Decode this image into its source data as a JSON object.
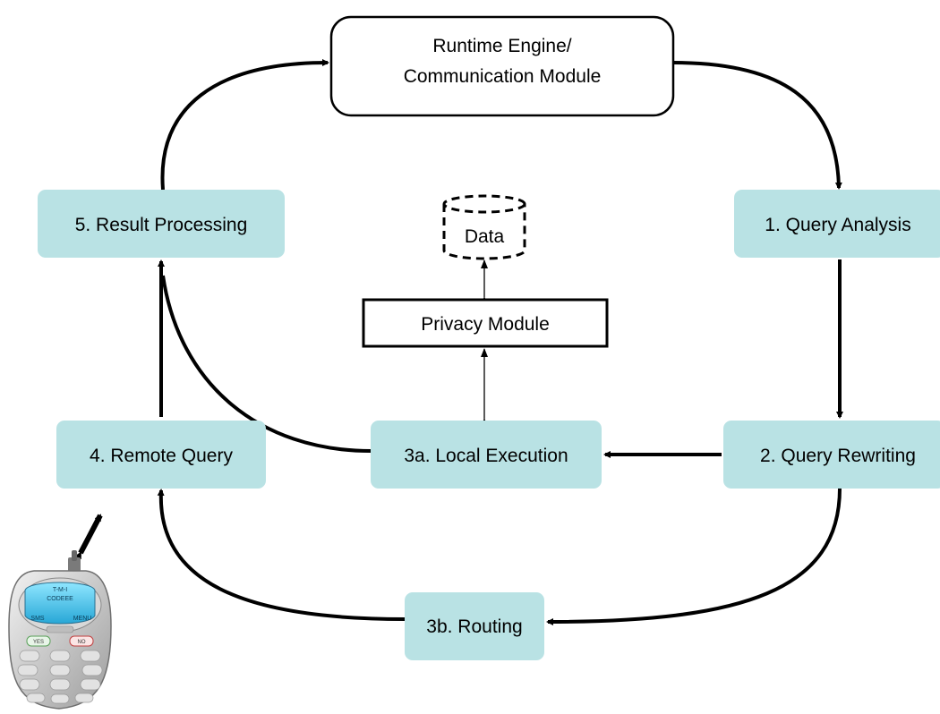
{
  "colors": {
    "step_fill": "#b9e2e4",
    "stroke": "#000000",
    "background": "#ffffff"
  },
  "nodes": {
    "engine_line1": "Runtime Engine/",
    "engine_line2": "Communication Module",
    "query_analysis": "1. Query Analysis",
    "query_rewriting": "2. Query Rewriting",
    "local_execution": "3a. Local Execution",
    "routing": "3b. Routing",
    "remote_query": "4. Remote Query",
    "result_processing": "5. Result Processing",
    "privacy_module": "Privacy Module",
    "data": "Data"
  },
  "phone": {
    "icon": "mobile-phone-icon",
    "carrier": "T-M-I",
    "display_name": "CODEEE",
    "soft_left": "SMS",
    "soft_right": "MENU",
    "yes_key": "YES",
    "no_key": "NO"
  }
}
